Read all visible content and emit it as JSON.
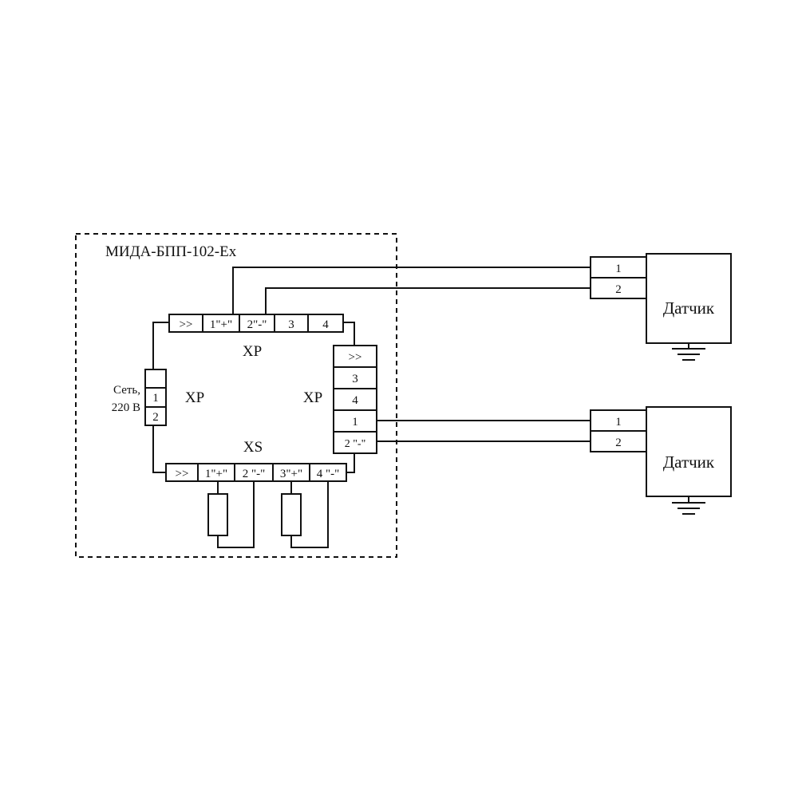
{
  "unit": {
    "title": "МИДА-БПП-102-Ex",
    "top_connector": {
      "label": "XP",
      "pins": [
        ">>",
        "1\"+\"",
        "2\"-\"",
        "3",
        "4"
      ]
    },
    "right_connector": {
      "label": "XP",
      "pins": [
        ">>",
        "3",
        "4",
        "1",
        "2 \"-\""
      ]
    },
    "left_connector": {
      "label": "XP",
      "pins": [
        "",
        "1",
        "2"
      ]
    },
    "bottom_connector": {
      "label": "XS",
      "pins": [
        ">>",
        "1\"+\"",
        "2 \"-\"",
        "3\"+\"",
        "4 \"-\""
      ]
    }
  },
  "mains": {
    "line1": "Сеть,",
    "line2": "220 В"
  },
  "sensors": [
    {
      "name": "Датчик",
      "pins": [
        "1",
        "2"
      ]
    },
    {
      "name": "Датчик",
      "pins": [
        "1",
        "2"
      ]
    }
  ]
}
